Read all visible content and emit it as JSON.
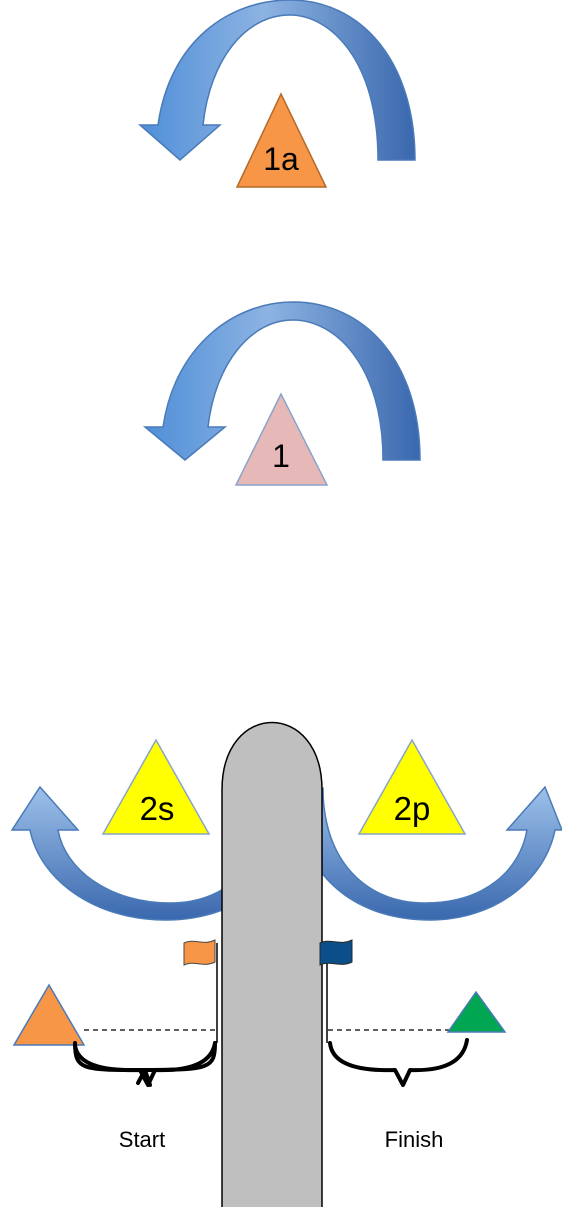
{
  "marks": {
    "mark_1a": {
      "label": "1a",
      "color": "#f79646"
    },
    "mark_1": {
      "label": "1",
      "color": "#e6b9b8"
    },
    "mark_2s": {
      "label": "2s",
      "color": "#ffff00"
    },
    "mark_2p": {
      "label": "2p",
      "color": "#ffff00"
    }
  },
  "start_line": {
    "label": "Start",
    "pin_color": "#f79646",
    "flag_color": "#f79646"
  },
  "finish_line": {
    "label": "Finish",
    "pin_color": "#00a651",
    "flag_color": "#0b4f8a"
  },
  "committee_boat": {
    "color": "#bfbfbf"
  },
  "arrow_colors": {
    "light": "#8db3e2",
    "dark": "#2e5fa3"
  }
}
